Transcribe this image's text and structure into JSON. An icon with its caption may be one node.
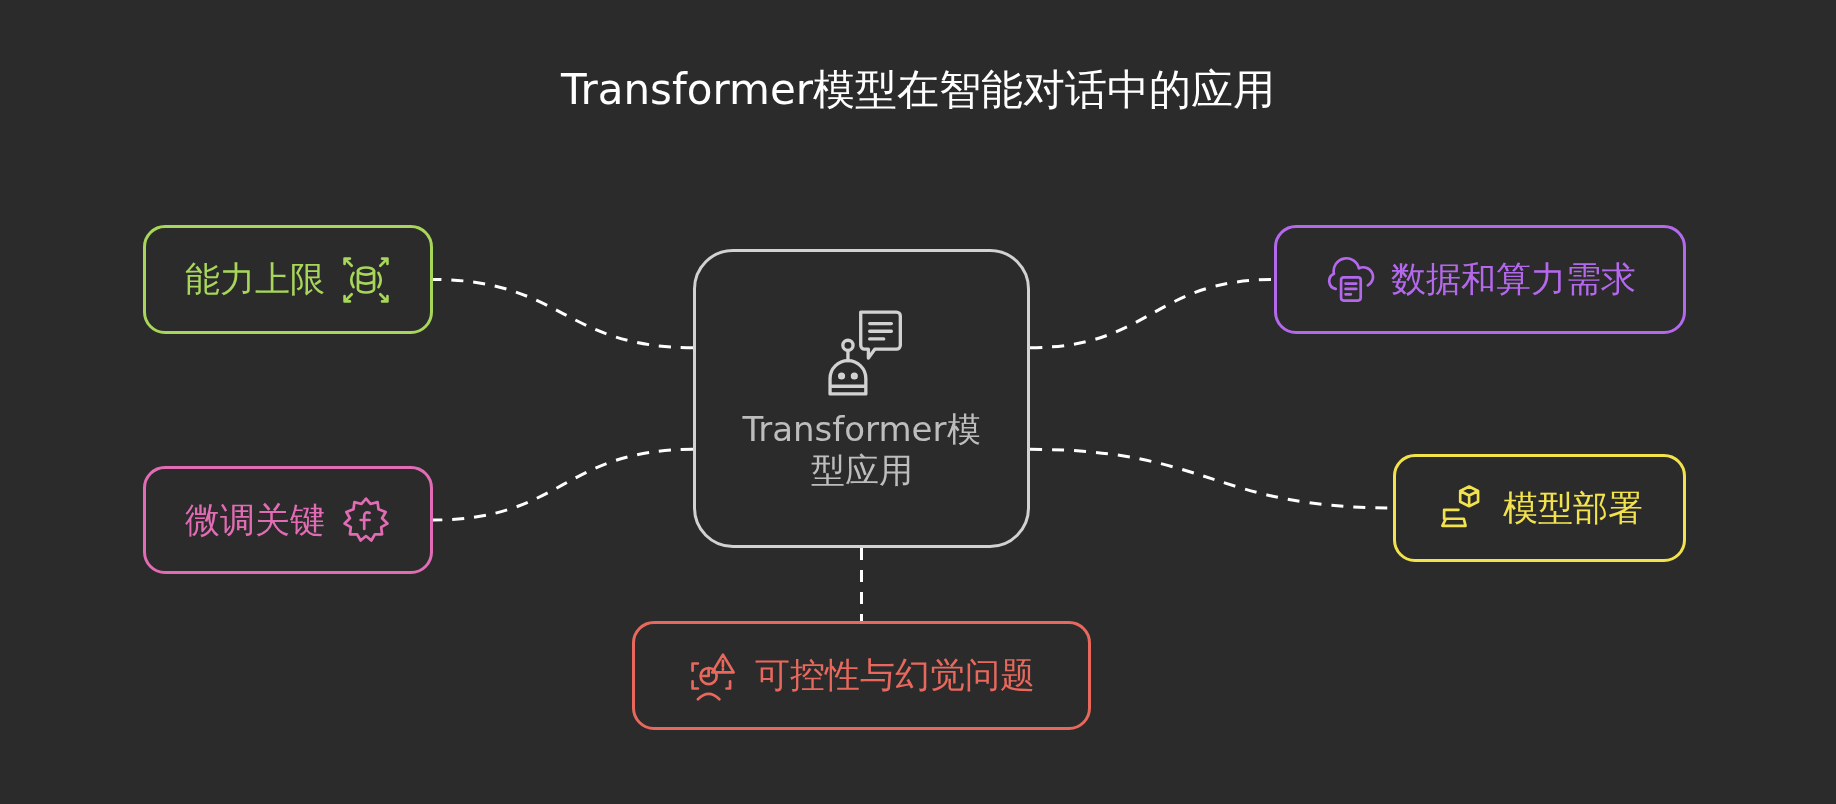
{
  "diagram": {
    "title": "Transformer模型在智能对话中的应用",
    "nodes": [
      {
        "text": [
          "能力上限"
        ]
      },
      {
        "text": [
          "数据和算力需求"
        ]
      },
      {
        "text": [
          "Transformer模型应用"
        ]
      },
      {
        "text": [
          "微调关键"
        ]
      },
      {
        "text": [
          "模型部署"
        ]
      },
      {
        "text": [
          "可控性与幻觉问题"
        ]
      }
    ],
    "edges": [
      {
        "from": 2,
        "to": 0,
        "arrow": "none",
        "style": "dashed"
      },
      {
        "from": 2,
        "to": 1,
        "arrow": "none",
        "style": "dashed"
      },
      {
        "from": 2,
        "to": 3,
        "arrow": "none",
        "style": "dashed"
      },
      {
        "from": 2,
        "to": 4,
        "arrow": "none",
        "style": "dashed"
      },
      {
        "from": 2,
        "to": 5,
        "arrow": "none",
        "style": "dashed"
      }
    ]
  }
}
